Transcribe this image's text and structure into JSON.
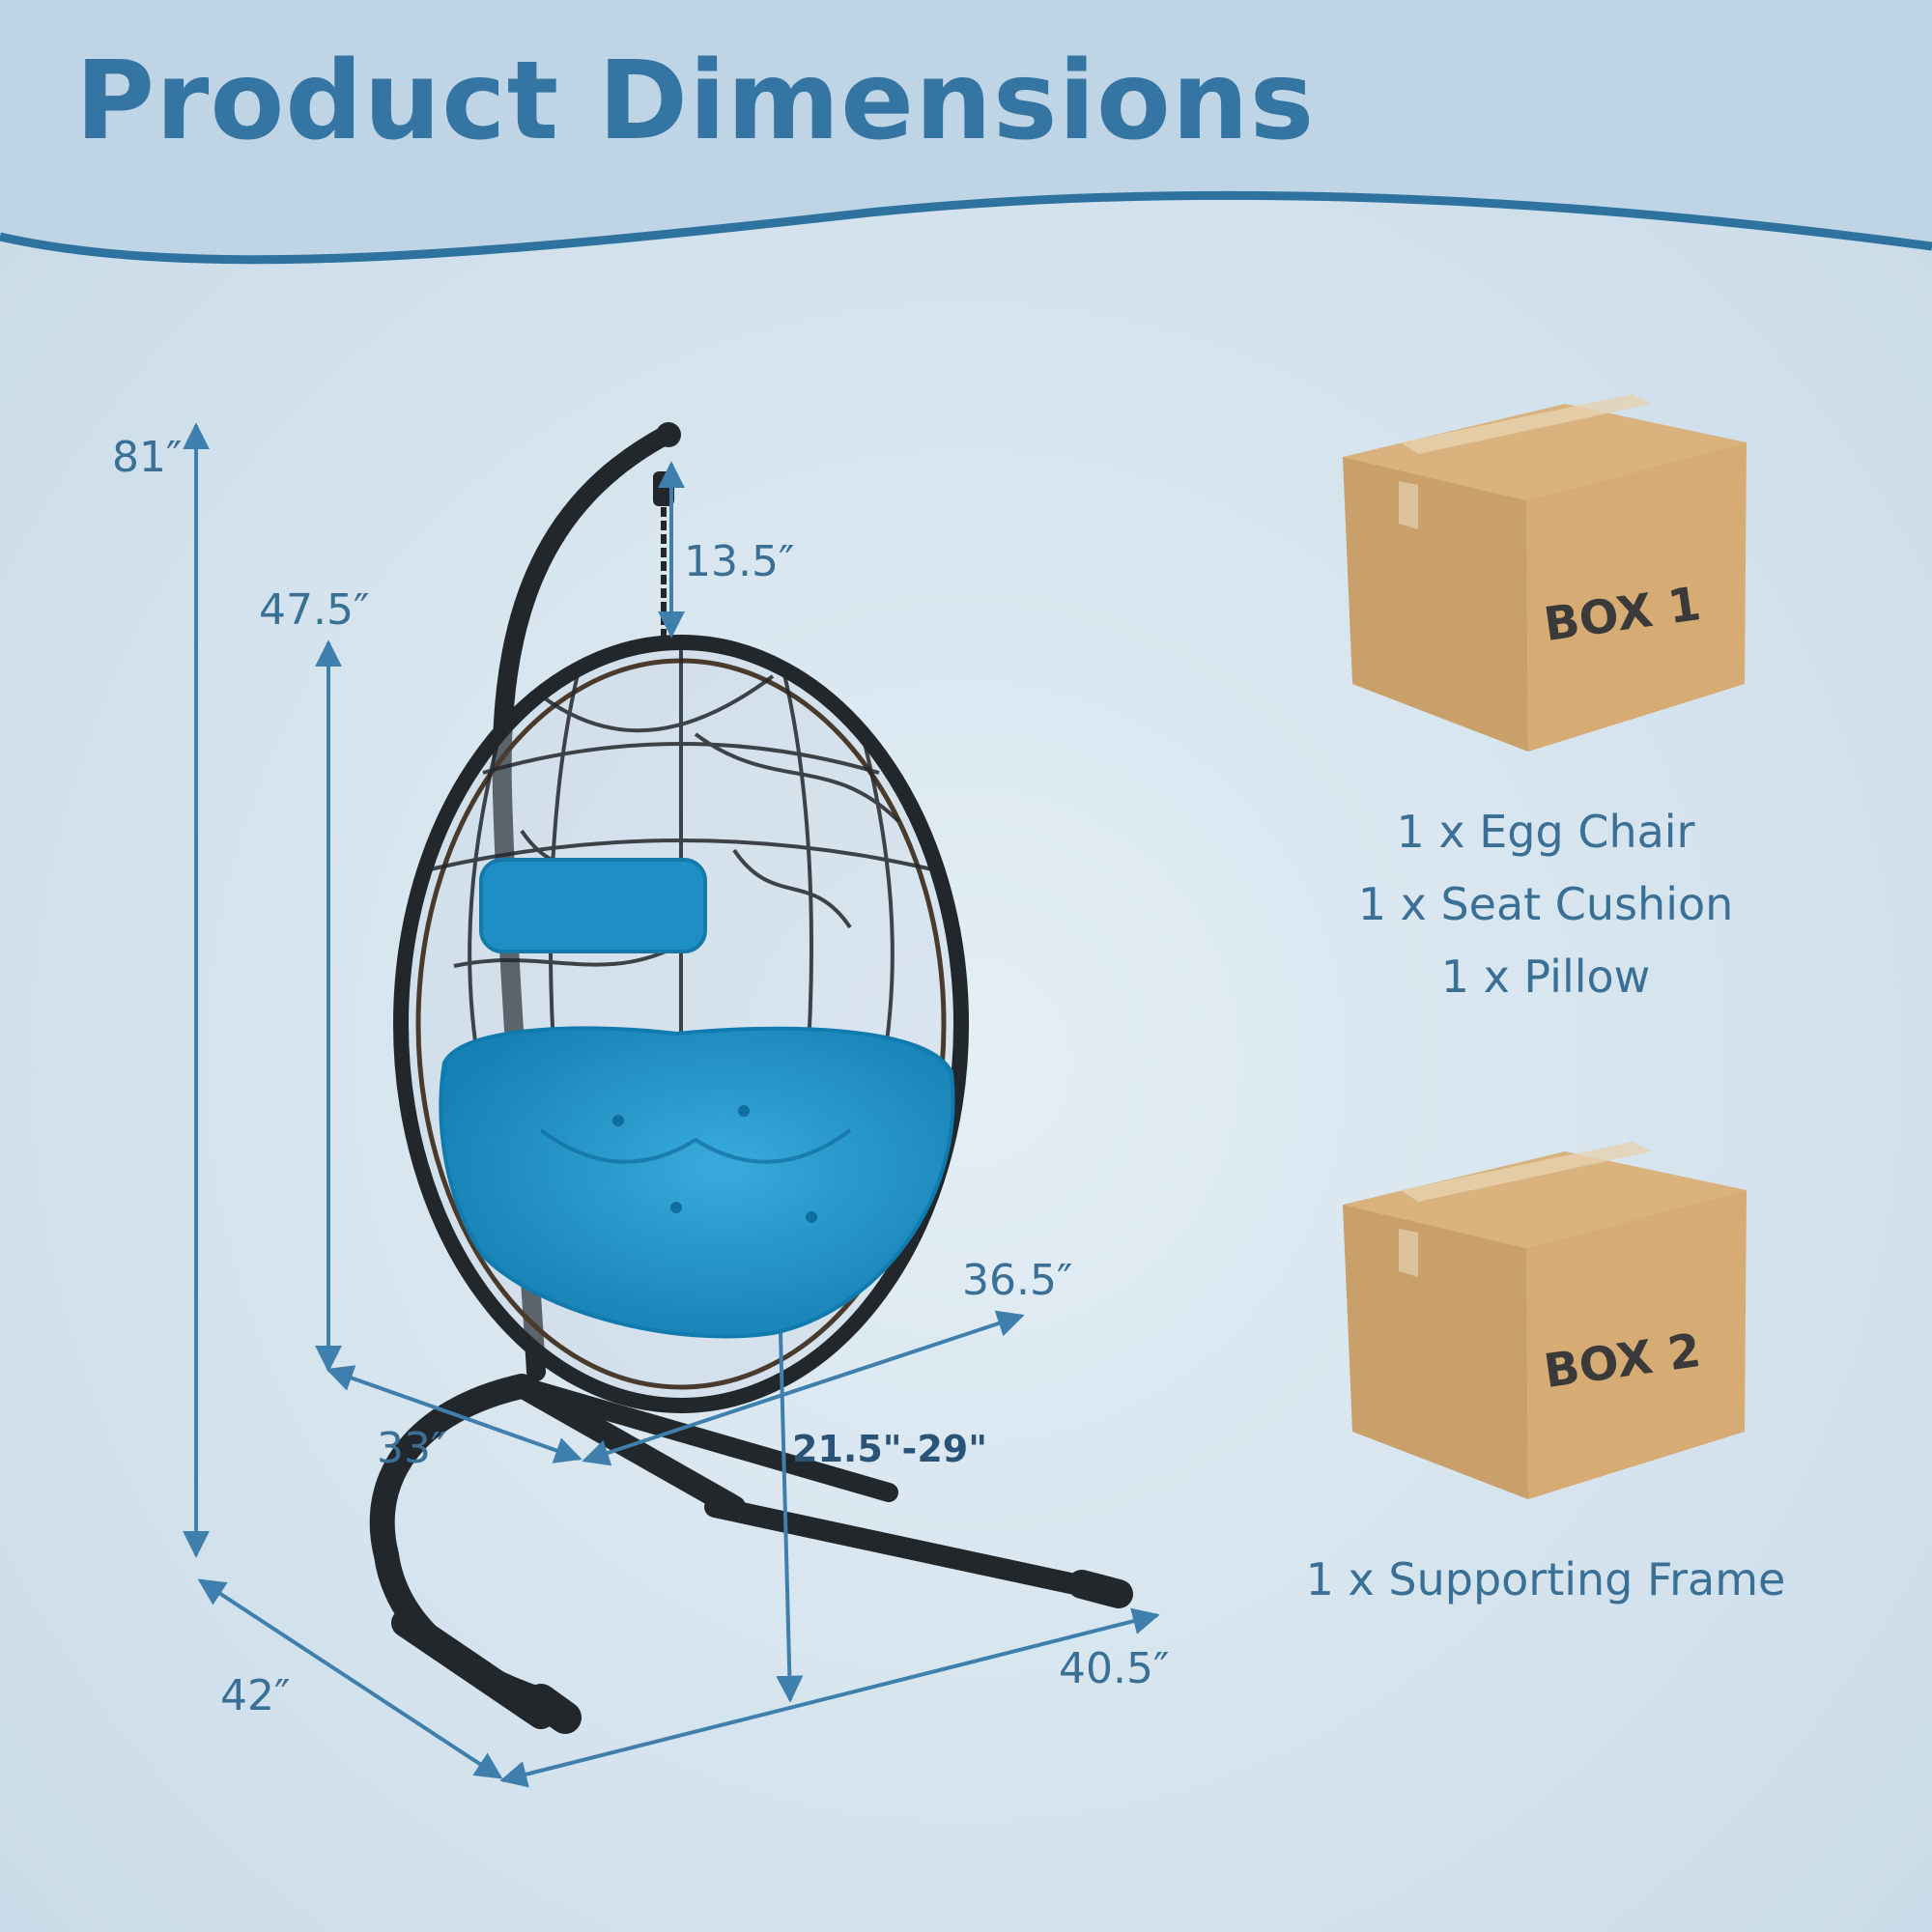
{
  "title": "Product Dimensions",
  "colors": {
    "background": "#d3e3ee",
    "header_band": "#c2d6e5",
    "wave_line": "#2e73a0",
    "title": "#3575a3",
    "dimension_line": "#3f7fad",
    "cushion": "#1a93c8",
    "frame": "#22272c",
    "box": "#c9a06a"
  },
  "dimensions": {
    "total_height": "81″",
    "chair_height": "47.5″",
    "chain_length": "13.5″",
    "chair_width": "36.5″",
    "chair_depth": "33″",
    "seat_height": "21.5\"-29\"",
    "base_width": "40.5″",
    "base_depth": "42″"
  },
  "boxes": [
    {
      "label": "BOX 1",
      "contents": [
        "1 x Egg Chair",
        "1 x Seat Cushion",
        "1 x Pillow"
      ]
    },
    {
      "label": "BOX 2",
      "contents": [
        "1 x Supporting Frame"
      ]
    }
  ],
  "icons": {
    "chair": "hanging-egg-chair-illustration",
    "box": "cardboard-box-icon"
  }
}
